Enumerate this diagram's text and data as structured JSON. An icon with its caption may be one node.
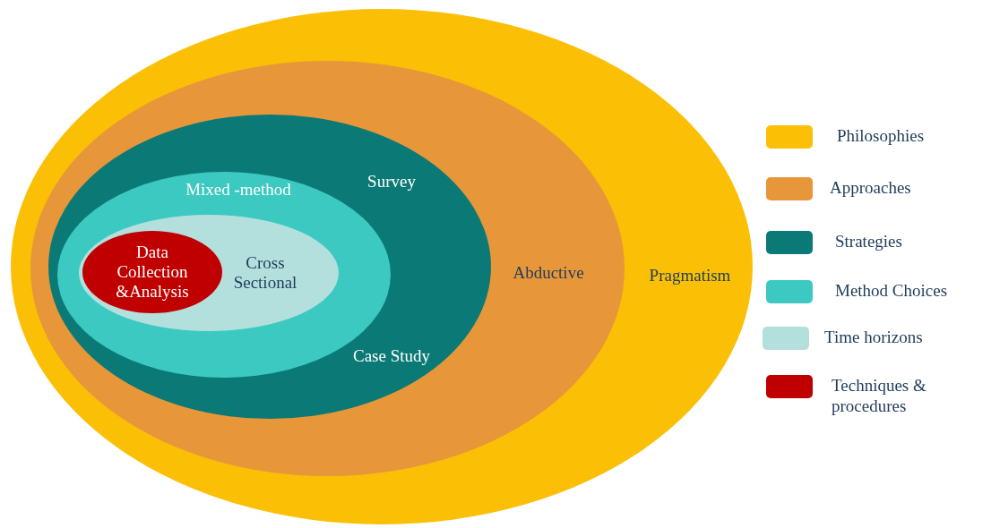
{
  "diagram": {
    "nodes": [
      {
        "text": [
          "Pragmatism"
        ]
      },
      {
        "text": [
          "Abductive"
        ],
        "in": 0
      },
      {
        "text": [
          "Survey",
          "Case Study"
        ],
        "in": 1
      },
      {
        "text": [
          "Mixed -method"
        ],
        "in": 2
      },
      {
        "text": [
          "Cross Sectional"
        ],
        "in": 3
      },
      {
        "text": [
          "Data Collection &Analysis"
        ],
        "in": 4
      }
    ],
    "edges": [],
    "legend": [
      {
        "text": "Philosophies",
        "color": "#fbbf05"
      },
      {
        "text": "Approaches",
        "color": "#e8963a"
      },
      {
        "text": "Strategies",
        "color": "#0b7a76"
      },
      {
        "text": "Method Choices",
        "color": "#3cc9c1"
      },
      {
        "text": "Time horizons",
        "color": "#b3e0dd"
      },
      {
        "text": "Techniques & procedures",
        "color": "#c00000"
      }
    ]
  }
}
